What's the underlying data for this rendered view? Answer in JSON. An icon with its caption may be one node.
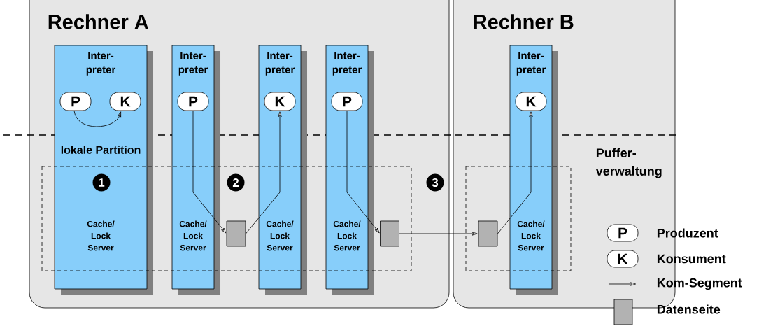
{
  "diagram": {
    "nodes": [
      {
        "text": [
          "Rechner A"
        ]
      },
      {
        "text": [
          "Rechner B"
        ]
      },
      {
        "text": [
          "Inter- preter",
          "lokale Partition",
          "Cache/ Lock Server"
        ],
        "in": 0
      },
      {
        "text": [
          "Inter- preter",
          "Cache/ Lock Server"
        ],
        "in": 0
      },
      {
        "text": [
          "Inter- preter",
          "Cache/ Lock Server"
        ],
        "in": 0
      },
      {
        "text": [
          "Inter- preter",
          "Cache/ Lock Server"
        ],
        "in": 0
      },
      {
        "text": [
          "Inter- preter",
          "Cache/ Lock Server"
        ],
        "in": 1
      },
      {
        "text": [
          "P"
        ],
        "in": 2
      },
      {
        "text": [
          "K"
        ],
        "in": 2
      },
      {
        "text": [
          "P"
        ],
        "in": 3
      },
      {
        "text": [
          "K"
        ],
        "in": 4
      },
      {
        "text": [
          "P"
        ],
        "in": 5
      },
      {
        "text": [
          "K"
        ],
        "in": 6
      },
      {
        "text": [],
        "shape": "box",
        "in": 0
      },
      {
        "text": [],
        "shape": "box",
        "in": 0
      },
      {
        "text": [],
        "shape": "box",
        "in": 1
      }
    ],
    "edges": [
      {
        "from": 7,
        "to": 8,
        "arrow": "to"
      },
      {
        "from": 9,
        "to": 13,
        "arrow": "to"
      },
      {
        "from": 13,
        "to": 10,
        "arrow": "to"
      },
      {
        "from": 11,
        "to": 14,
        "arrow": "to"
      },
      {
        "from": 14,
        "to": 15,
        "arrow": "to"
      },
      {
        "from": 15,
        "to": 12,
        "arrow": "to"
      }
    ],
    "labels": [
      "1",
      "2",
      "3",
      "Puffer- verwaltung",
      "P",
      "K"
    ],
    "legend": [
      {
        "text": "Produzent"
      },
      {
        "text": "Konsument"
      },
      {
        "text": "Kom-Segment"
      },
      {
        "text": "Datenseite"
      }
    ]
  }
}
